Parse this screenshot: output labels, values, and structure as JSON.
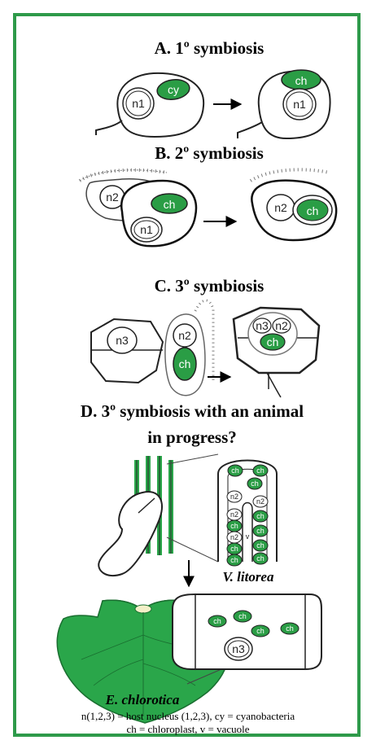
{
  "panels": {
    "a": {
      "title": "A. 1º symbiosis",
      "n": "n1",
      "cy": "cy",
      "ch": "ch"
    },
    "b": {
      "title": "B. 2º symbiosis",
      "n2": "n2",
      "n1": "n1",
      "ch": "ch"
    },
    "c": {
      "title": "C. 3º symbiosis",
      "n3": "n3",
      "n2": "n2",
      "ch": "ch"
    },
    "d": {
      "title_line1": "D. 3º symbiosis with an animal",
      "title_line2": "in progress?",
      "ch": "ch",
      "n2": "n2",
      "v": "v",
      "n3": "n3"
    }
  },
  "species": {
    "v_litorea": "V. litorea",
    "e_chlorotica": "E. chlorotica"
  },
  "legend": {
    "line1": "n(1,2,3) = host nucleus (1,2,3), cy = cyanobacteria",
    "line2": "ch = chloroplast, v = vacuole"
  },
  "colors": {
    "accent_green": "#2e9a4a",
    "chloroplast": "#2a9d45",
    "slug": "#2aa64a"
  }
}
